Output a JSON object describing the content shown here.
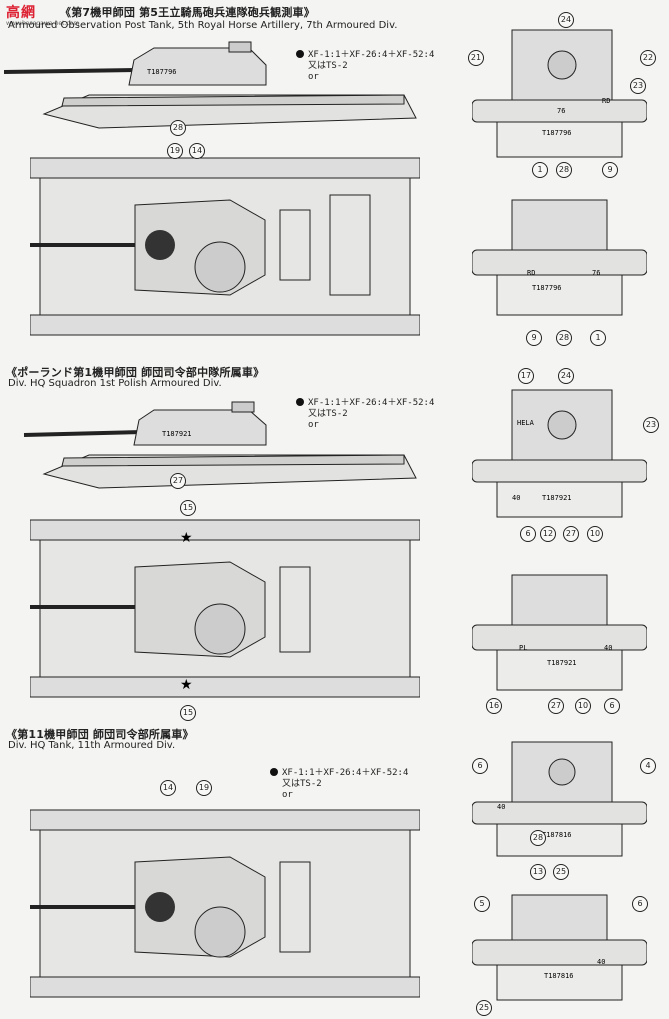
{
  "watermark": {
    "logo": "高網",
    "sub": "www.hasegawa-net.com"
  },
  "sections": [
    {
      "jp": "《第7機甲師団 第5王立騎馬砲兵連隊砲兵観測車》",
      "en": "Armoured Observation Post Tank, 5th Royal Horse Artillery, 7th Armoured Div.",
      "paint": [
        "XF-1:1＋XF-26:4＋XF-52:4",
        "又はTS-2",
        "or"
      ],
      "serial": "T187796",
      "callouts": [
        "28",
        "19",
        "14",
        "21",
        "24",
        "22",
        "23",
        "1",
        "28",
        "9",
        "9",
        "28",
        "1"
      ]
    },
    {
      "jp": "《ポーランド第1機甲師団 師団司令部中隊所属車》",
      "en": "Div. HQ Squadron 1st Polish Armoured Div.",
      "paint": [
        "XF-1:1＋XF-26:4＋XF-52:4",
        "又はTS-2",
        "or"
      ],
      "serial": "T187921",
      "callouts": [
        "27",
        "15",
        "15",
        "17",
        "24",
        "23",
        "6",
        "12",
        "27",
        "10",
        "16",
        "27",
        "10",
        "6"
      ]
    },
    {
      "jp": "《第11機甲師団 師団司令部所属車》",
      "en": "Div. HQ Tank, 11th Armoured Div.",
      "paint": [
        "XF-1:1＋XF-26:4＋XF-52:4",
        "又はTS-2",
        "or"
      ],
      "serial": "T187816",
      "callouts": [
        "14",
        "19",
        "6",
        "4",
        "28",
        "13",
        "25",
        "5",
        "6",
        "25"
      ]
    }
  ],
  "markings": {
    "hela": "HELA",
    "rd": "RD",
    "pl": "PL",
    "n76": "76",
    "n40": "40"
  }
}
